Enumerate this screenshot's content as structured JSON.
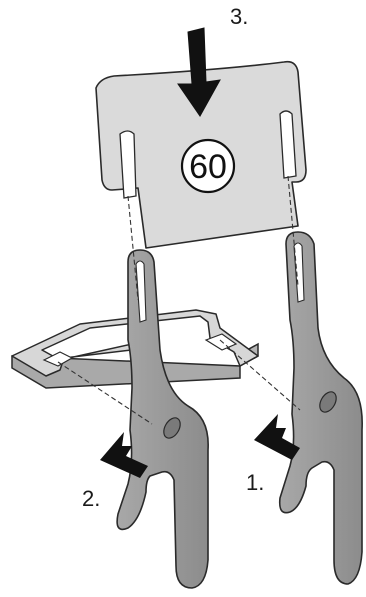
{
  "diagram": {
    "steps": [
      {
        "number": "1.",
        "action": "push-right-support-inward"
      },
      {
        "number": "2.",
        "action": "push-left-support-inward"
      },
      {
        "number": "3.",
        "action": "press-backrest-down"
      }
    ],
    "badge_value": "60",
    "colors": {
      "leg_fill": "#9a9a9a",
      "leg_edge": "#6e6e6e",
      "seat_fill": "#d7d7d7",
      "backrest_fill": "#dadada",
      "outline": "#2a2a2a",
      "arrow": "#111111",
      "badge_fill": "#ffffff"
    },
    "icons": {
      "down_arrow": "thick-down-arrow-icon",
      "push_arrow": "diagonal-push-arrow-icon"
    }
  }
}
